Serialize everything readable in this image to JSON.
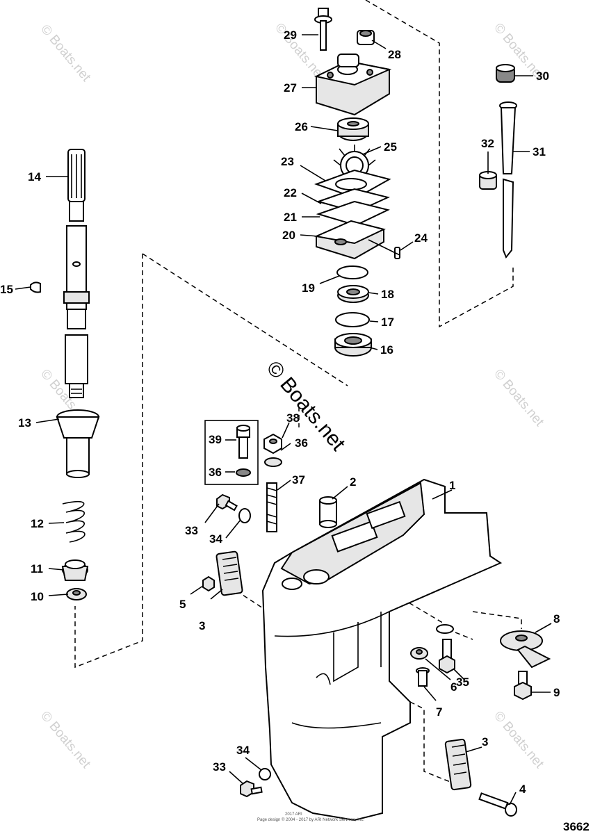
{
  "watermark": {
    "corner_text": "© Boats.net",
    "center_text": "© Boats.net"
  },
  "footer": {
    "copyright_line": "Page design © 2004 - 2017 by ARI Network Services, Inc.",
    "top_line": "2017 ARI",
    "figure_number": "3662"
  },
  "callouts": [
    {
      "num": "1"
    },
    {
      "num": "2"
    },
    {
      "num": "3"
    },
    {
      "num": "3"
    },
    {
      "num": "4"
    },
    {
      "num": "5"
    },
    {
      "num": "6"
    },
    {
      "num": "7"
    },
    {
      "num": "8"
    },
    {
      "num": "9"
    },
    {
      "num": "10"
    },
    {
      "num": "11"
    },
    {
      "num": "12"
    },
    {
      "num": "13"
    },
    {
      "num": "14"
    },
    {
      "num": "15"
    },
    {
      "num": "16"
    },
    {
      "num": "17"
    },
    {
      "num": "18"
    },
    {
      "num": "19"
    },
    {
      "num": "20"
    },
    {
      "num": "21"
    },
    {
      "num": "22"
    },
    {
      "num": "23"
    },
    {
      "num": "24"
    },
    {
      "num": "25"
    },
    {
      "num": "26"
    },
    {
      "num": "27"
    },
    {
      "num": "28"
    },
    {
      "num": "29"
    },
    {
      "num": "30"
    },
    {
      "num": "31"
    },
    {
      "num": "32"
    },
    {
      "num": "33"
    },
    {
      "num": "33"
    },
    {
      "num": "34"
    },
    {
      "num": "34"
    },
    {
      "num": "35"
    },
    {
      "num": "36"
    },
    {
      "num": "36"
    },
    {
      "num": "37"
    },
    {
      "num": "38"
    },
    {
      "num": "39"
    }
  ]
}
